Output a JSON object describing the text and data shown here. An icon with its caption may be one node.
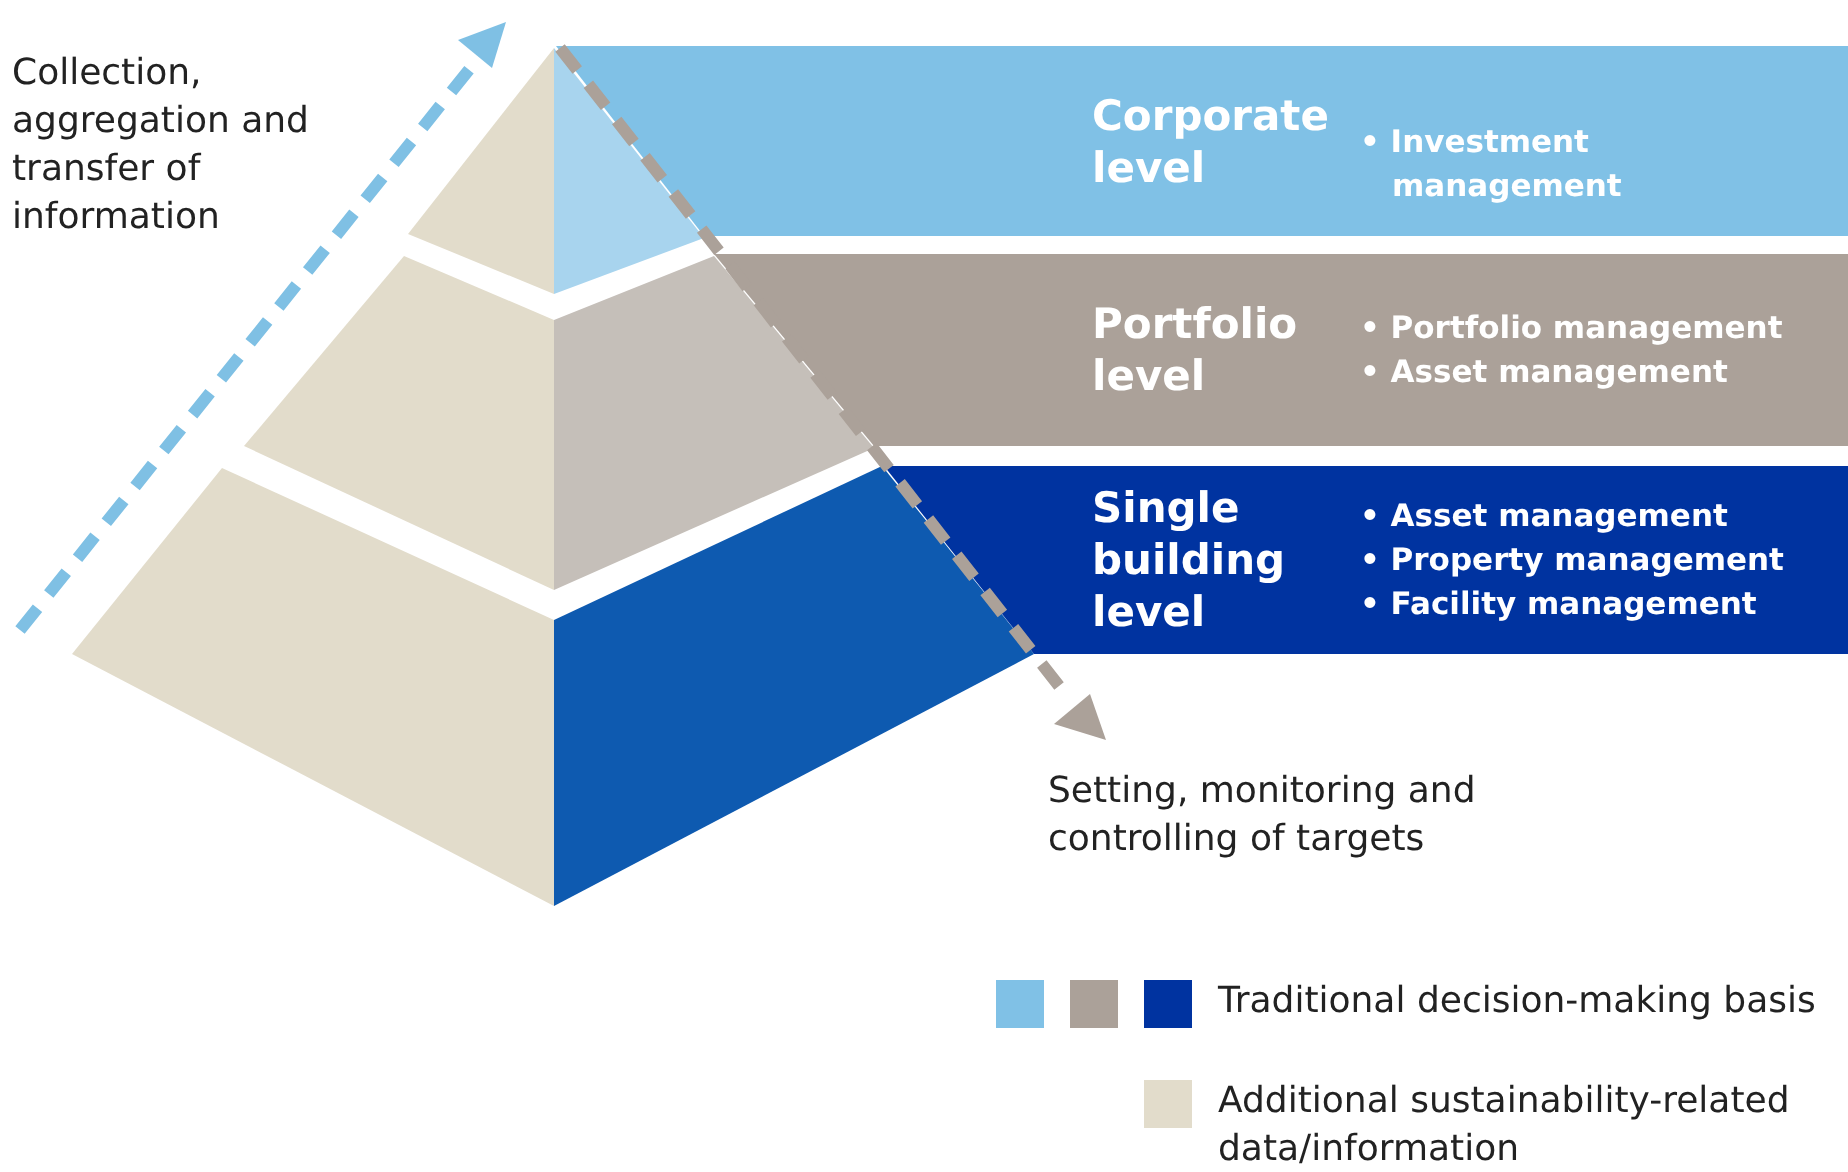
{
  "diagram": {
    "nodes": [
      {
        "text": [
          "Corporate level",
          "• Investment management"
        ]
      },
      {
        "text": [
          "Portfolio level",
          "• Portfolio management",
          "• Asset management"
        ]
      },
      {
        "text": [
          "Single building level",
          "• Asset management",
          "• Property management",
          "• Facility management"
        ]
      }
    ],
    "edges": [],
    "labels": [
      "Collection, aggregation and transfer of information",
      "Setting, monitoring and controlling of targets"
    ],
    "legend": [
      {
        "text": "Traditional decision-making basis",
        "color": "#80c1e6"
      },
      {
        "text": "Additional sustainability-related data/information",
        "color": "#e2dccb"
      }
    ]
  }
}
